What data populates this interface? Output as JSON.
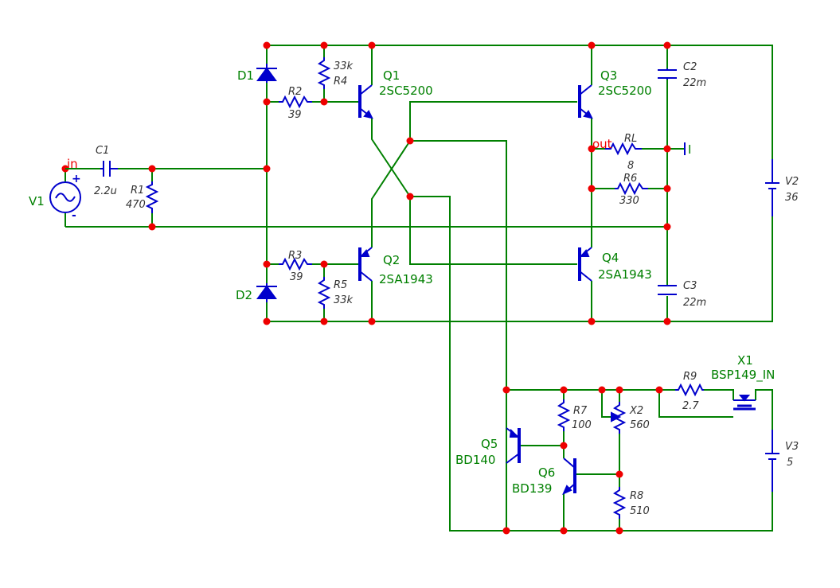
{
  "diagram": {
    "nodes": {
      "in": "in",
      "out": "out"
    },
    "components": {
      "V1": {
        "designator": "V1"
      },
      "C1": {
        "designator": "C1",
        "value": "2.2u"
      },
      "R1": {
        "designator": "R1",
        "value": "470"
      },
      "D1": {
        "designator": "D1"
      },
      "D2": {
        "designator": "D2"
      },
      "R2": {
        "designator": "R2",
        "value": "39"
      },
      "R3": {
        "designator": "R3",
        "value": "39"
      },
      "R4": {
        "designator": "R4",
        "value": "33k"
      },
      "R5": {
        "designator": "R5",
        "value": "33k"
      },
      "Q1": {
        "designator": "Q1",
        "value": "2SC5200"
      },
      "Q2": {
        "designator": "Q2",
        "value": "2SA1943"
      },
      "Q3": {
        "designator": "Q3",
        "value": "2SC5200"
      },
      "Q4": {
        "designator": "Q4",
        "value": "2SA1943"
      },
      "C2": {
        "designator": "C2",
        "value": "22m"
      },
      "C3": {
        "designator": "C3",
        "value": "22m"
      },
      "RL": {
        "designator": "RL",
        "value": "8"
      },
      "R6": {
        "designator": "R6",
        "value": "330"
      },
      "V2": {
        "designator": "V2",
        "value": "36"
      },
      "X1": {
        "designator": "X1",
        "value": "BSP149_IN"
      },
      "R9": {
        "designator": "R9",
        "value": "2.7"
      },
      "X2": {
        "designator": "X2",
        "value": "560"
      },
      "R7": {
        "designator": "R7",
        "value": "100"
      },
      "R8": {
        "designator": "R8",
        "value": "510"
      },
      "Q5": {
        "designator": "Q5",
        "value": "BD140"
      },
      "Q6": {
        "designator": "Q6",
        "value": "BD139"
      },
      "V3": {
        "designator": "V3",
        "value": "5"
      }
    },
    "meter_label": "I",
    "polarity": {
      "plus": "+",
      "minus": "-"
    },
    "colors": {
      "wire": "#008000",
      "component": "#0000cc",
      "junction": "#ee0000",
      "node_label": "#ee0000",
      "value_text": "#333333",
      "designator": "#008000"
    }
  }
}
